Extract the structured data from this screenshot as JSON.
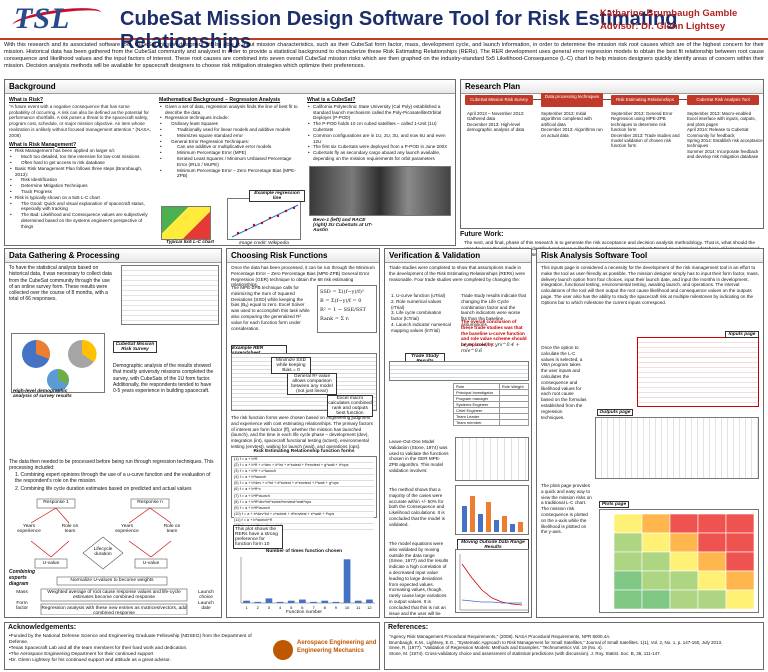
{
  "header": {
    "logo": "TSL",
    "title": "CubeSat Mission Design Software Tool for Risk Estimating Relationships",
    "author": "Katharine Brumbaugh Gamble",
    "advisor": "Advisor: Dr. Glenn Lightsey"
  },
  "abstract": "With this research and its associated software tool, CubeSat mission designers will be able to input mission characteristics, such as their CubeSat form factor, mass, development cycle, and launch information, in order to determine the mission risk root causes which are of the highest concern for their mission. Historical data has been gathered from the CubeSat community and analyzed in order to provide a statistical background to characterize these Risk Estimating Relationships (RERs). The RER development uses general error regression models to obtain the best fit relationship between root cause consequence and likelihood values and the input factors of interest. These root causes are combined into seven overall CubeSat mission risks which are then graphed on the industry-standard 5x5 Likelihood-Consequence (L-C) chart to help mission designers quickly identify areas of concern within their mission. Decision analysis methods will be available for spacecraft designers to choose risk mitigation strategies which optimize their preferences.",
  "background": {
    "heading": "Background",
    "what_is_risk": "What is Risk?",
    "risk_quote": "\"A future event with a negative consequence that has some probability of occurring. A risk can also be defined as the potential for performance shortfalls. A risk poses a threat to the spacecraft safety, program cost, schedule, or major mission objective. An item whose realization is unlikely without focused management attention.\" (NASA, 2008)",
    "what_is_rm": "What is Risk Management?",
    "rm_items": [
      "Risk Management has been applied on larger s/c",
      "Much too detailed, too time intensive for low-cost missions",
      "Often hard to get access to risk database",
      "Basic Risk Management Plan follows three steps (Brumbaugh, 2013):",
      "Risk Identification",
      "Determine Mitigation Techniques",
      "Track Progress",
      "Risk is typically shown on a 5x5 L-C chart",
      "The Good: Quick and visual explanation of spacecraft status, especially with tracking",
      "The Bad: Likelihood and Consequence values are subjectively determined based on the systems engineer's perspective of things"
    ],
    "math_heading": "Mathematical Background – Regression Analysis",
    "math_items": [
      "Given a set of data, regression analysis finds the line of best fit to describe the data",
      "Regression techniques include:",
      "Ordinary least Squares",
      "Traditionally used for linear models and additive models",
      "Minimizes square standard error",
      "General Error Regression Techniques:",
      "Can use additive or multiplicative error models.",
      "Minimum Percentage Error (MPE)",
      "Iterated Least Squares / Minimum Unbiased Percentage Error (IRLS / MUPE)",
      "Minimum Percentage Error – Zero Percentage Bias (MPE-ZPB)"
    ],
    "cubesat_heading": "What is a CubeSat?",
    "cubesat_items": [
      "California Polytechnic State University (Cal Poly) established a standard launch mechanism called the Poly-PicosatelliteOrbital Deployer (P-POD)",
      "The P-POD holds 10 cm cubed satellites – called 1-Unit (1U) CubeSats",
      "Common configurations are in 1U, 2U, 3U, and now 6U and even 12U",
      "The first six CubeSats were deployed from a P-POD in June 2003",
      "CubeSats fly as secondary cargo aboard any launch available, depending on the mission requirements for orbit parameters"
    ],
    "cap_lc": "Typical 5x5 L-C chart",
    "cap_reg": "Example regression line",
    "cap_reg_src": "Image credit: Wikipedia",
    "cap_bevo": "Bevo-1 (left) and RACE (right) 3U CubeSats at UT-Austin"
  },
  "research_plan": {
    "heading": "Research Plan",
    "steps": [
      "CubeSat Mission Risk Survey",
      "Data processing techniques",
      "Risk Estimating Relationships",
      "CubeSat Risk Analysis Tool"
    ],
    "notes": [
      "April 2013 – November 2013: Gathered data\nDecember 2013: High-level demographic analysis of data",
      "September 2013: Initial algorithms completed with artificial data\nDecember 2013: Algorithms run on actual data",
      "September 2013: General Error Regression using MPE-ZPB techniques to determine risk function form\nDecember 2013: Trade studies and model validation of chosen risk function form",
      "September 2013: Macro-enabled Excel interface with inputs, outputs, and plots pages\nApril 2014: Release to CubeSat Community for feedback\nSpring 2014: Establish risk acceptance techniques\nSummer 2014: Incorporate feedback and develop risk mitigation database"
    ]
  },
  "future_work": {
    "heading": "Future Work:",
    "text": "The next, and final, phase of this research is to generate the risk acceptance and decision analysis methodology. That is, what should the user do once the risk has been identified and given a likelihood and consequence value? Based on a historical database of lessons learned and mitigation techniques, the user will be able to select the method by which they hope to increase their likelihood of mission success."
  },
  "data_gathering": {
    "heading": "Data Gathering & Processing",
    "text1": "To have the statistical analysis based on historical data, it was necessary to collect data from the CubeSat community through the use of an online survey form. These results were collected over the course of 8 months, with a total of 66 responses.",
    "cap_survey": "CubeSat Mission Risk Survey",
    "text2": "Demographic analysis of the results showed that mostly university missions completed the survey, with CubeSats of the 1U form factor. Additionally, the respondents tended to have 0-5 years experience in building spacecraft.",
    "cap_demo": "High-level demographic analysis of survey results",
    "text3": "The data then needed to be processed before being run through regression techniques. This processing included:",
    "steps": [
      "1. Combining expert opinions through the use of a u-curve function and the evaluation of the respondent's role on the mission.",
      "2. Combining life cycle duration estimates based on predicted and actual values"
    ],
    "diagram": {
      "resp1": "Response 1",
      "resp2": "Response n",
      "years": "Years experience",
      "role": "Role on team",
      "uval": "U-value",
      "lifecycle": "Lifecycle duration",
      "combine": "Combining experts diagram",
      "normalize": "Normalize U-values to become weights",
      "weighted": "Weighted average of root cause response values and life-cycle estimates become combined response",
      "mass": "Mass",
      "form": "Form factor",
      "lc": "Launch choice",
      "ld": "Launch date",
      "regression": "Regression analysis with these new entries as matrices/vectors, add combined response"
    }
  },
  "choosing": {
    "heading": "Choosing Risk Functions",
    "text1": "Once the data has been processed, it can be run through the Minimum Percentage Error – Zero Percentage Bias (MPE-ZPB) General Error Regression (GER) technique to obtain the 68 risk estimating relationships.",
    "text2": "The MPE-ZPB technique calls for minimizing the Sum of Squared Deviations (SSD) while keeping the bias (Bₐ) equal to zero. Excel Solver was used to accomplish this task while also comparing the generalized R² value for each function form under consideration.",
    "cap_sheet": "Example RER spreadsheet",
    "note1": "Minimize SSD while keeping Bias = 0",
    "note2": "General R² value allows comparison between any model (not just linear)",
    "note3": "Excel macro calculates combined rank and outputs best function",
    "text3": "The risk function forms were chosen based on engineering judgment and experience with cost estimating relationships. The primary factors of interest are form factor (ff), whether the mission has launched (launch), and the time in each life cycle phase – development (dev), integration (int), spacecraft functional testing (sctest), environmental testing (envtest), waiting for launch (wait), and operations (ops).",
    "table_title": "Risk Estimating Relationship function forms",
    "forms": [
      "(1) f = a + b*ff",
      "(2) f = a + b*ff + c*dev + d*int + e*sctest + f*envtest + g*wait + h*ops",
      "(3) f = a + b*ff + c*launch",
      "(4) f = a + b*launch",
      "(5) f = a + b*dev + c*int + d*sctest + e*envtest + f*wait + g*ops",
      "(6) f = a + b*ff^c",
      "(7) f = a + b*ff*launch",
      "(8) f = a + b*ff*dev*int*sctest*envtest*wait*ops",
      "(9) f = a + b*ff*launch",
      "(10) f = a + b*dev*int + c*sctest + d*envtest + e*wait + f*ops",
      "(11) f = a + b*launch*ff",
      "(12) f = a + b*ff + c*launch*ff"
    ],
    "plot_note": "This plot shows the RERs have a strong preference for function form 10",
    "plot_title": "Number of times function chosen",
    "plot_xlabel": "Function number"
  },
  "verification": {
    "heading": "Verification & Validation",
    "text1": "Trade studies were completed to show that assumptions made in the development of the Risk Estimating Relationships (RERs) were reasonable. Four trade studies were completed by changing the:",
    "items": [
      "1. U-curve function (uTrial)",
      "2. Role numerical values (rTrial)",
      "3. Life cycle combination factor (lcTrial)",
      "4. Launch indicator numerical mapping values (lnTrial)"
    ],
    "text2": "Trade study results indicate that changing the Life Cycle combination factor and the launch indicators were worse fits than the baseline assumptions.",
    "text3": "The overall conclusion of these trade studies was that the baseline u-curve function and role value scheme should be replaced by:",
    "formula": "u(yrs, role) = yrs^0.4 + role^0.6",
    "cap_trade": "Trade Study Results",
    "roles": [
      "Role",
      "Principal Investigator",
      "Program manager",
      "Systems Engineer",
      "Chief Engineer",
      "Team Leader",
      "Team member",
      "Role Weight"
    ],
    "text4": "Leave-Out-One Model Validation (Stone, 1974) was used to validate the functions chosen in the GER MPE-ZPB algorithm. This model validation involves:",
    "text5": "The method shows that a majority of the cases were accurate within +/- 50% for both the Consequence and Likelihood calculations. It is concluded that the model is validated.",
    "text6": "The model equations were also validated by moving outside the data range (Smee, 1977) and the results indicate a high correlation of a decreased input value leading to large deviations from expected values. Increasing values, though, rarely cause large variations in output values. It is concluded that this is not an issue and the user will be made aware of the data ranges and the danger of moving outside of the limits.",
    "cap_range": "Moving Outside Data Range Results"
  },
  "tool": {
    "heading": "Risk Analysis Software Tool",
    "text1": "This inputs page is considered a necessity for the development of the risk management tool in an effort to make the tool as user-friendly as possible. The mission designer simply has to input their form factor, mass, delivery launch option from four choices, input their launch date, and input the months in development, integration, functional testing, environmental testing, awaiting launch, and operations. The interval calculations of the tool will then output the root cause likelihood and consequence values on the outputs page. The user also has the ability to study the spacecraft risk at multiple milestones by indicating on the Options bar to which milestone the current inputs correspond.",
    "inputs_cap": "Inputs page",
    "text2": "Once the option to calculate the L-C values is selected, a VBA program takes the user inputs and calculates the consequence and likelihood values for each root cause based on the formulas established from the regression techniques.",
    "outputs_cap": "Outputs page",
    "text3": "The plots page provides a quick and easy way to view the mission risks on a traditional L-C chart. The mission risk consequence is plotted on the x-axis while the likelihood is plotted on the y-axis.",
    "plots_cap": "Plots page"
  },
  "ack": {
    "heading": "Acknowledgements:",
    "items": [
      "•Funded by the National Defense Science and Engineering Graduate Fellowship (NDSEG) from the Department of Defense.",
      "•Texas Spacecraft Lab and all the team members for their hard work and dedication.",
      "•The Aerospace Engineering Department for their continued support",
      "•Dr. Glenn Lightsey for his continued support and attitude as a great advisor."
    ],
    "ut_name": "Aerospace Engineering and Engineering Mechanics"
  },
  "references": {
    "heading": "References:",
    "items": [
      "\"Agency Risk Management Procedural Requirements,\" (2008). NASA Procedural Requirements, NPR 8000.4A.",
      "Brumbaugh, K.M., Lightsey, E.G., \"Systematic Approach to Risk Management for Small Satellites,\" Journal of Small Satellites. 1(1), Vol. 2, No. 1, p. 147-160, July 2013.",
      "Snee, R. (1977). \"Validation of Regression Models: Methods and Examples.\" Technometrics Vol. 19 (No. 4).",
      "Stone, M. (1974). Cross-validatory choice and assessment of statistical predictions (with discussion). J. Roy. Statist. Soc. B, 36, 111-147."
    ]
  },
  "chart_data": {
    "type": "bar",
    "categories": [
      "1",
      "2",
      "3",
      "4",
      "5",
      "6",
      "7",
      "8",
      "9",
      "10",
      "11",
      "12"
    ],
    "values": [
      2,
      1,
      4,
      1,
      2,
      3,
      1,
      2,
      1,
      38,
      2,
      3
    ],
    "title": "Number of times function chosen",
    "xlabel": "Function number",
    "ylabel": "",
    "ylim": [
      0,
      40
    ]
  }
}
